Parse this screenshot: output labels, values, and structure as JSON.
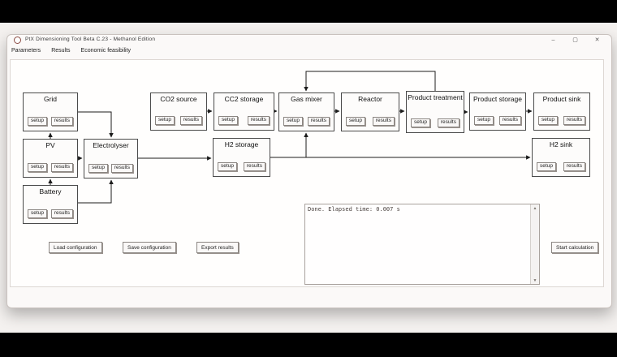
{
  "window": {
    "title": "PtX Dimensioning Tool Beta C.23 - Methanol Edition",
    "controls": {
      "minimize": "–",
      "maximize": "▢",
      "close": "✕"
    }
  },
  "menu": {
    "items": [
      {
        "label": "Parameters"
      },
      {
        "label": "Results"
      },
      {
        "label": "Economic feasibility"
      }
    ]
  },
  "node_button_labels": {
    "setup": "setup",
    "results": "results"
  },
  "nodes": [
    {
      "id": "grid",
      "label": "Grid"
    },
    {
      "id": "pv",
      "label": "PV"
    },
    {
      "id": "battery",
      "label": "Battery"
    },
    {
      "id": "electrolyser",
      "label": "Electrolyser"
    },
    {
      "id": "co2-source",
      "label": "CO2 source"
    },
    {
      "id": "cc2-storage",
      "label": "CC2 storage"
    },
    {
      "id": "gas-mixer",
      "label": "Gas mixer"
    },
    {
      "id": "reactor",
      "label": "Reactor"
    },
    {
      "id": "product-treatment",
      "label": "Product treatment"
    },
    {
      "id": "product-storage",
      "label": "Product storage"
    },
    {
      "id": "product-sink",
      "label": "Product sink"
    },
    {
      "id": "h2-storage",
      "label": "H2 storage"
    },
    {
      "id": "h2-sink",
      "label": "H2 sink"
    }
  ],
  "log": {
    "text": "Done. Elapsed time: 0.007 s",
    "scroll_up_icon": "▲",
    "scroll_down_icon": "▼"
  },
  "actions": {
    "load": "Load configuration",
    "save": "Save configuration",
    "export": "Export results",
    "start": "Start calculation"
  },
  "colors": {
    "app_icon_ring": "#8a4a42",
    "node_border": "#4a4a4a",
    "wire": "#1c1c1c",
    "letterbox": "#000000"
  }
}
